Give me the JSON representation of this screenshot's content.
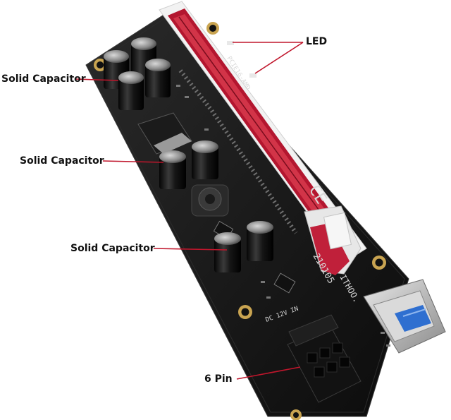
{
  "annotations": {
    "led": "LED",
    "cap1": "Solid Capacitor",
    "cap2": "Solid Capacitor",
    "cap3": "Solid Capacitor",
    "six_pin": "6 Pin"
  },
  "board_marking": {
    "date_code": "210105",
    "brand": "ITHOO.",
    "dc_in": "DC 12V IN"
  },
  "colors": {
    "pcb": "#161616",
    "slot_red": "#c0203a",
    "slot_white": "#f2f2f2",
    "leader_line": "#c0162c",
    "usb_blue": "#2f6fd0"
  }
}
